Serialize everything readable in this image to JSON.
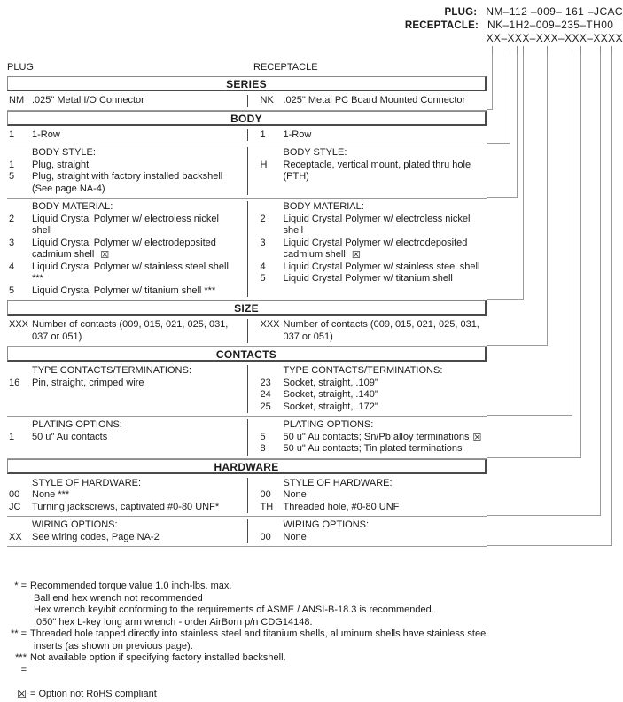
{
  "part_numbers": {
    "rows": [
      {
        "label": "PLUG:",
        "value": "NM–112 –009– 161 –JCAC"
      },
      {
        "label": "RECEPTACLE:",
        "value": "NK–1H2–009–235–TH00"
      },
      {
        "label": "",
        "value": "XX–XXX–XXX–XXX–XXXX"
      }
    ]
  },
  "column_headers": {
    "plug": "PLUG",
    "receptacle": "RECEPTACLE"
  },
  "sections": [
    {
      "title": "SERIES",
      "bands": [
        {
          "plug": {
            "title": "",
            "options": [
              {
                "code": "NM",
                "desc": ".025\" Metal I/O Connector"
              }
            ]
          },
          "receptacle": {
            "title": "",
            "options": [
              {
                "code": "NK",
                "desc": ".025\" Metal PC Board Mounted Connector"
              }
            ]
          }
        }
      ]
    },
    {
      "title": "BODY",
      "bands": [
        {
          "plug": {
            "title": "",
            "options": [
              {
                "code": "1",
                "desc": "1-Row"
              }
            ]
          },
          "receptacle": {
            "title": "",
            "options": [
              {
                "code": "1",
                "desc": "1-Row"
              }
            ]
          }
        },
        {
          "plug": {
            "title": "BODY STYLE:",
            "options": [
              {
                "code": "1",
                "desc": "Plug, straight"
              },
              {
                "code": "5",
                "desc": "Plug, straight with factory installed backshell"
              }
            ],
            "sub": "(See page NA-4)"
          },
          "receptacle": {
            "title": "BODY STYLE:",
            "options": [
              {
                "code": "H",
                "desc": "Receptacle, vertical mount, plated thru hole (PTH)"
              }
            ]
          }
        },
        {
          "plug": {
            "title": "BODY MATERIAL:",
            "options": [
              {
                "code": "2",
                "desc": "Liquid Crystal Polymer w/ electroless nickel shell"
              },
              {
                "code": "3",
                "desc": "Liquid Crystal Polymer w/ electrodeposited"
              },
              {
                "code": "4",
                "desc": "Liquid Crystal Polymer w/ stainless steel shell ***"
              },
              {
                "code": "5",
                "desc": "Liquid Crystal Polymer w/ titanium shell ***"
              }
            ],
            "sub_after_index": 1,
            "sub": "cadmium shell",
            "sub_rohs": true
          },
          "receptacle": {
            "title": "BODY MATERIAL:",
            "options": [
              {
                "code": "2",
                "desc": "Liquid Crystal Polymer w/ electroless nickel shell"
              },
              {
                "code": "3",
                "desc": "Liquid Crystal Polymer w/ electrodeposited"
              },
              {
                "code": "4",
                "desc": "Liquid Crystal Polymer w/ stainless steel shell"
              },
              {
                "code": "5",
                "desc": "Liquid Crystal Polymer w/ titanium shell"
              }
            ],
            "sub_after_index": 1,
            "sub": "cadmium shell",
            "sub_rohs": true
          }
        }
      ]
    },
    {
      "title": "SIZE",
      "bands": [
        {
          "plug": {
            "title": "",
            "options": [
              {
                "code": "XXX",
                "desc": "Number of contacts (009, 015, 021, 025, 031,"
              }
            ],
            "sub": "037 or 051)"
          },
          "receptacle": {
            "title": "",
            "options": [
              {
                "code": "XXX",
                "desc": "Number of contacts (009, 015, 021, 025, 031,"
              }
            ],
            "sub": "037 or 051)"
          }
        }
      ]
    },
    {
      "title": "CONTACTS",
      "bands": [
        {
          "plug": {
            "title": "TYPE CONTACTS/TERMINATIONS:",
            "options": [
              {
                "code": "16",
                "desc": "Pin, straight, crimped wire"
              }
            ]
          },
          "receptacle": {
            "title": "TYPE CONTACTS/TERMINATIONS:",
            "options": [
              {
                "code": "23",
                "desc": "Socket, straight, .109\""
              },
              {
                "code": "24",
                "desc": "Socket, straight, .140\""
              },
              {
                "code": "25",
                "desc": "Socket, straight, .172\""
              }
            ]
          }
        },
        {
          "plug": {
            "title": "PLATING OPTIONS:",
            "options": [
              {
                "code": "1",
                "desc": "50 u\" Au contacts"
              }
            ]
          },
          "receptacle": {
            "title": "PLATING OPTIONS:",
            "options": [
              {
                "code": "5",
                "desc": "50 u\" Au contacts; Sn/Pb alloy terminations",
                "rohs": true
              },
              {
                "code": "8",
                "desc": "50 u\" Au contacts; Tin plated terminations"
              }
            ]
          }
        }
      ]
    },
    {
      "title": "HARDWARE",
      "bands": [
        {
          "plug": {
            "title": "STYLE OF HARDWARE:",
            "options": [
              {
                "code": "00",
                "desc": "None  ***"
              },
              {
                "code": "JC",
                "desc": "Turning jackscrews, captivated #0-80 UNF*"
              }
            ]
          },
          "receptacle": {
            "title": "STYLE OF HARDWARE:",
            "options": [
              {
                "code": "00",
                "desc": "None"
              },
              {
                "code": "TH",
                "desc": "Threaded hole, #0-80 UNF"
              }
            ]
          }
        },
        {
          "plug": {
            "title": "WIRING OPTIONS:",
            "options": [
              {
                "code": "XX",
                "desc": "See wiring codes, Page NA-2"
              }
            ]
          },
          "receptacle": {
            "title": "WIRING OPTIONS:",
            "options": [
              {
                "code": "00",
                "desc": "None"
              }
            ]
          }
        }
      ]
    }
  ],
  "footnotes": [
    {
      "mark": "* =",
      "lines": [
        "Recommended torque value 1.0 inch-lbs. max.",
        "Ball end hex wrench not recommended",
        "Hex wrench key/bit conforming to the requirements of ASME / ANSI-B-18.3 is recommended.",
        ".050\" hex L-key long arm wrench - order AirBorn p/n CDG14148."
      ]
    },
    {
      "mark": "** =",
      "lines": [
        "Threaded hole tapped directly into stainless steel and titanium shells, aluminum shells have stainless steel",
        "inserts (as shown on previous page)."
      ]
    },
    {
      "mark": "*** =",
      "lines": [
        "Not available option if specifying factory installed backshell."
      ]
    }
  ],
  "rohs_note": {
    "mark": "",
    "text": "= Option not RoHS compliant"
  },
  "colors": {
    "text": "#1a1a1a",
    "rule": "#9a9a9a",
    "bar_shadow": "#4a4a4a",
    "bracket": "#9a9a9a"
  }
}
